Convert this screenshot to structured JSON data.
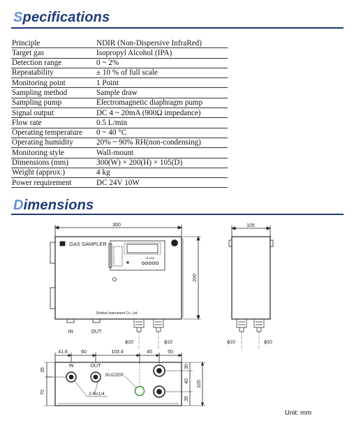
{
  "specifications": {
    "title_first": "S",
    "title_rest": "pecifications",
    "rows": [
      {
        "key": "Principle",
        "value": "NDIR (Non-Dispersive InfraRed)"
      },
      {
        "key": "Target gas",
        "value": "Isopropyl Alcohol (IPA)"
      },
      {
        "key": "Detection range",
        "value": "0 ~ 2%"
      },
      {
        "key": "Repeatability",
        "value": "± 10 % of full scale"
      },
      {
        "key": "Monitoring point",
        "value": "1 Point"
      },
      {
        "key": "Sampling method",
        "value": "Sample draw"
      },
      {
        "key": "Sampling pump",
        "value": "Electromagnetic diaphragm pump"
      },
      {
        "key": "Signal output",
        "value": "DC 4 ~ 20mA (900Ω impedance)"
      },
      {
        "key": "Flow rate",
        "value": "0.5 L/min"
      },
      {
        "key": "Operating temperature",
        "value": "0 ~ 40 °C"
      },
      {
        "key": "Operating humidity",
        "value": "20% ~ 90% RH(non-condensing)"
      },
      {
        "key": "Monitoring style",
        "value": "Wall-mount"
      },
      {
        "key": "Dimensions (mm)",
        "value": "300(W) × 200(H) × 105(D)"
      },
      {
        "key": "Weight (approx.)",
        "value": "4 kg"
      },
      {
        "key": "Power requirement",
        "value": "DC 24V    10W"
      }
    ]
  },
  "dimensions": {
    "title_first": "D",
    "title_rest": "imensions",
    "front": {
      "width": "300",
      "height": "200",
      "panel_label": "GAS SAMPLER",
      "maker_label": "Shinkai Instrument Co. Ltd",
      "port_in": "IN",
      "port_out": "OUT",
      "phi_left": "ϕ10",
      "phi_right": "ϕ10"
    },
    "side": {
      "depth": "105",
      "phi_left": "ϕ10",
      "phi_right": "ϕ10"
    },
    "bottom": {
      "d1": "41.6",
      "d2": "60",
      "d3": "103.4",
      "d4": "45",
      "d5": "50",
      "left_top": "35",
      "left_bottom": "70",
      "right_1": "30",
      "right_2": "40",
      "right_3": "35",
      "right_total": "105",
      "port_in": "IN",
      "port_out": "OUT",
      "buzzer": "BUZZER",
      "thread": "2-Rc1/4"
    },
    "unit": "Unit: mm"
  }
}
